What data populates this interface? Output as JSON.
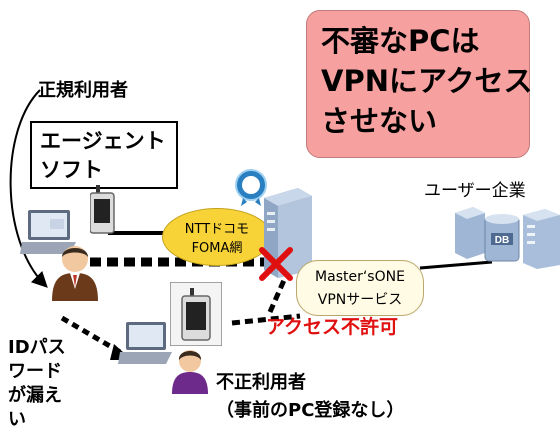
{
  "callout": {
    "lines": [
      "不審なPCは",
      "VPNにアクセス",
      "させない"
    ]
  },
  "legit_user_label": "正規利用者",
  "agent_box": {
    "lines": [
      "エージェント",
      "ソフト"
    ]
  },
  "carrier_label": {
    "lines": [
      "NTTドコモ",
      "FOMA網"
    ]
  },
  "vpn_service": {
    "lines": [
      "Master‘sONE",
      "VPNサービス"
    ]
  },
  "company_label": "ユーザー企業",
  "db_label": "DB",
  "denied_label": "アクセス不許可",
  "leak_label": {
    "lines": [
      "IDパス",
      "ワード",
      "が漏え",
      "い"
    ]
  },
  "bad_user": {
    "lines": [
      "不正利用者",
      "（事前のPC登録なし）"
    ]
  },
  "colors": {
    "callout_fill": "#f6a0a0",
    "carrier_fill": "#f7d338",
    "denied_text": "#e01010",
    "block_mark": "#e01010"
  }
}
